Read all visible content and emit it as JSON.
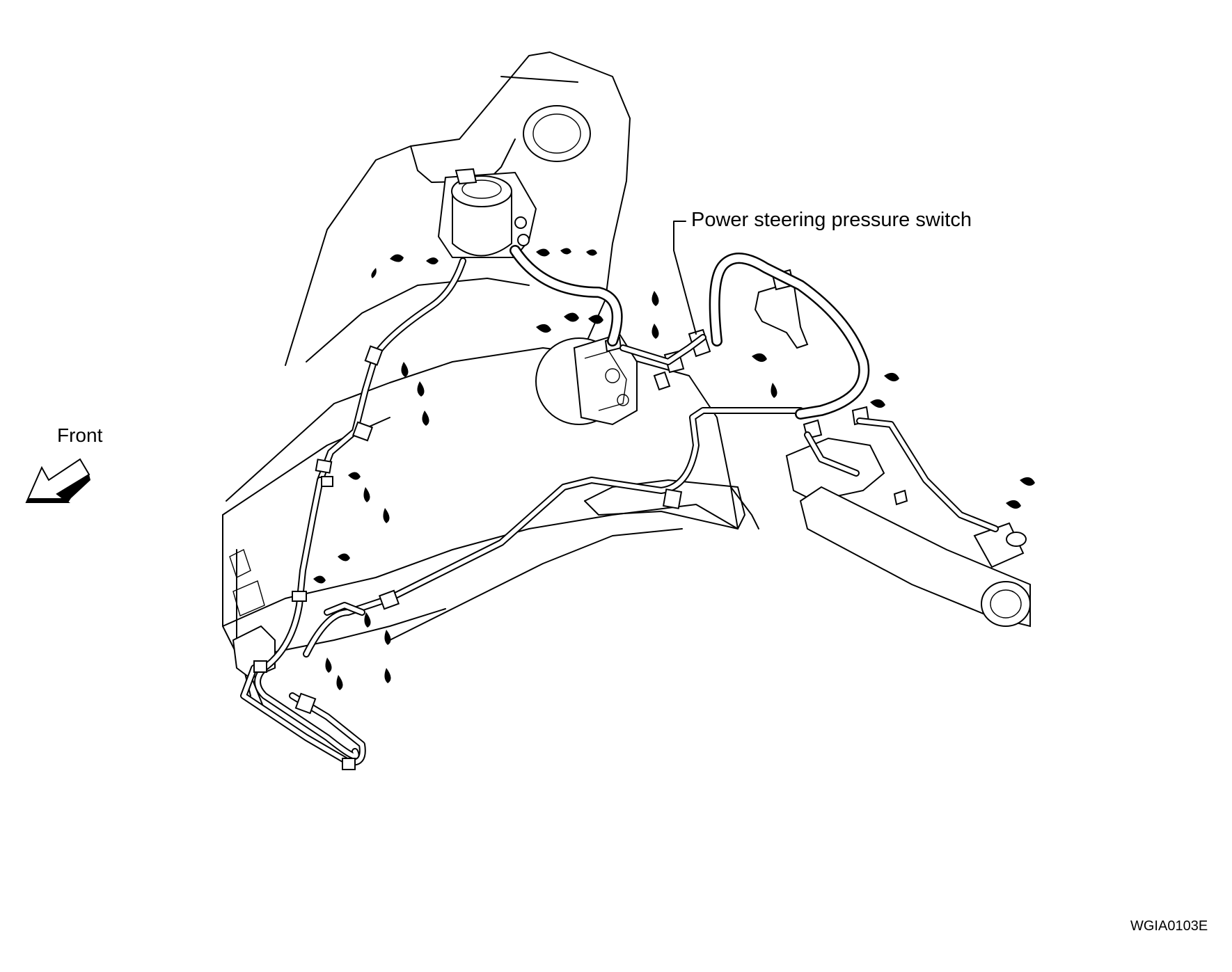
{
  "labels": {
    "pressure_switch": "Power steering pressure switch",
    "front": "Front",
    "figure_id": "WGIA0103E"
  }
}
